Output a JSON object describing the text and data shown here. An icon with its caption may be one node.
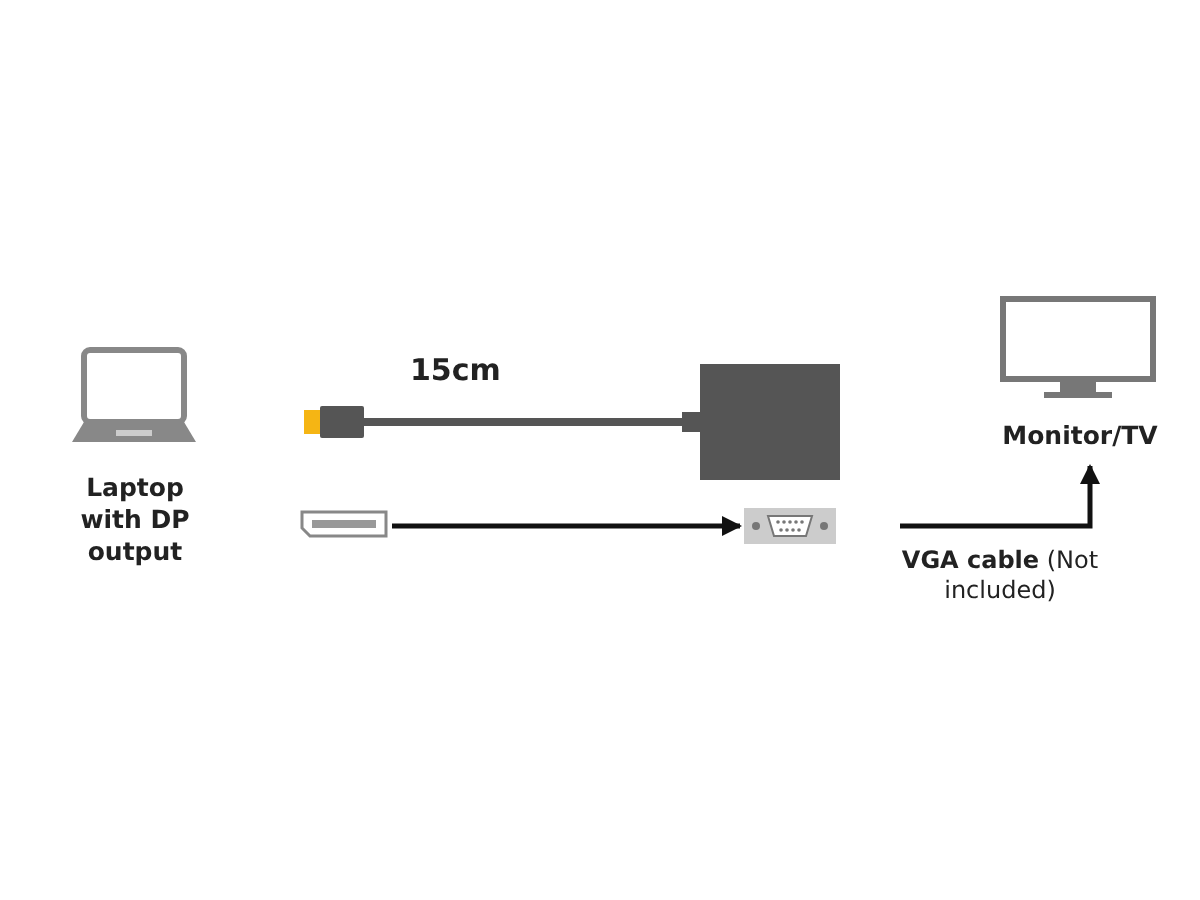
{
  "diagram": {
    "nodes": [
      {
        "text": [
          "Laptop with DP output"
        ]
      },
      {
        "text": [],
        "shape": "picture"
      },
      {
        "text": [],
        "shape": "picture"
      },
      {
        "text": [
          "Monitor/TV"
        ]
      }
    ],
    "edges": [
      {
        "from": 1,
        "to": 2,
        "arrow": "to"
      },
      {
        "from": null,
        "to": 3,
        "arrow": "to",
        "label": "**VGA cable** (Not included)"
      }
    ],
    "labels": [
      "15cm"
    ]
  }
}
